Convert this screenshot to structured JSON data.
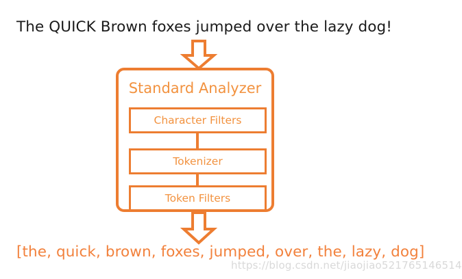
{
  "diagram": {
    "input_text": "The QUICK Brown foxes jumped over the lazy dog!",
    "output_text": "[the, quick, brown, foxes, jumped, over, the, lazy, dog]",
    "analyzer_title": "Standard Analyzer",
    "stages": [
      {
        "label": "Character Filters"
      },
      {
        "label": "Tokenizer"
      },
      {
        "label": "Token Filters"
      }
    ],
    "arrows": [
      {
        "name": "input-arrow",
        "direction": "down"
      },
      {
        "name": "output-arrow",
        "direction": "down"
      }
    ],
    "colors": {
      "accent": "#ED7D31",
      "label": "#F2923F",
      "output": "#F2813C",
      "input": "#1a1a1a",
      "background": "#ffffff",
      "watermark": "#d9d9d9"
    }
  },
  "watermark": {
    "text": "https://blog.csdn.net/jiaojiao521765146514"
  }
}
